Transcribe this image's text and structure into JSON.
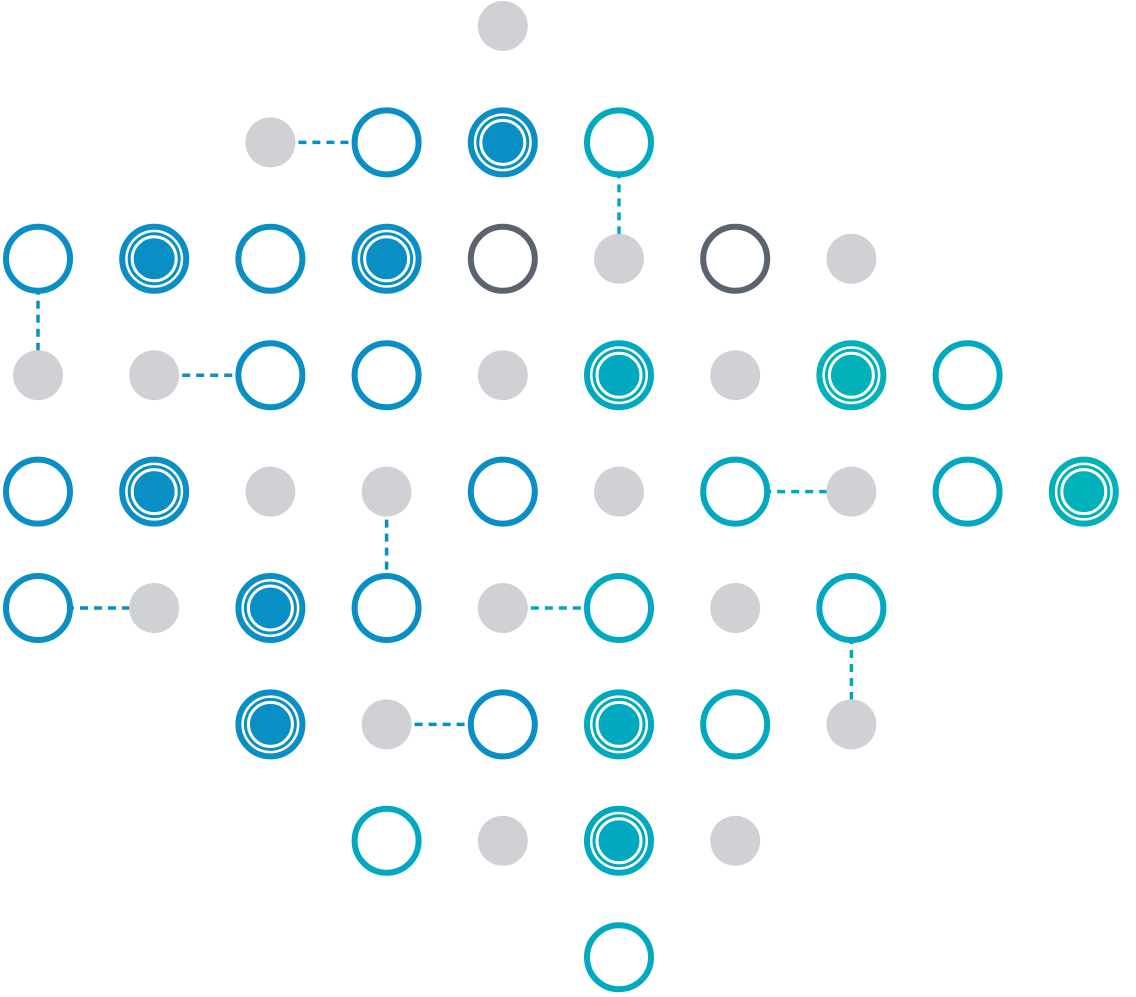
{
  "palette": {
    "gray": "#d0d1d4",
    "dark": "#5c6370",
    "blue": "#0a8fc4",
    "cyan": "#00a9bf",
    "teal": "#00b1b9"
  },
  "grid": {
    "columns": 10,
    "rows": 9
  },
  "nodes": [
    {
      "col": 4,
      "row": 0,
      "kind": "dot"
    },
    {
      "col": 2,
      "row": 1,
      "kind": "dot"
    },
    {
      "col": 3,
      "row": 1,
      "kind": "ring",
      "color": "blue"
    },
    {
      "col": 4,
      "row": 1,
      "kind": "filled",
      "color": "blue"
    },
    {
      "col": 5,
      "row": 1,
      "kind": "ring",
      "color": "cyan"
    },
    {
      "col": 0,
      "row": 2,
      "kind": "ring",
      "color": "blue"
    },
    {
      "col": 1,
      "row": 2,
      "kind": "filled",
      "color": "blue"
    },
    {
      "col": 2,
      "row": 2,
      "kind": "ring",
      "color": "blue"
    },
    {
      "col": 3,
      "row": 2,
      "kind": "filled",
      "color": "blue"
    },
    {
      "col": 4,
      "row": 2,
      "kind": "ring",
      "color": "dark"
    },
    {
      "col": 5,
      "row": 2,
      "kind": "dot"
    },
    {
      "col": 6,
      "row": 2,
      "kind": "ring",
      "color": "dark"
    },
    {
      "col": 7,
      "row": 2,
      "kind": "dot"
    },
    {
      "col": 0,
      "row": 3,
      "kind": "dot"
    },
    {
      "col": 1,
      "row": 3,
      "kind": "dot"
    },
    {
      "col": 2,
      "row": 3,
      "kind": "ring",
      "color": "blue"
    },
    {
      "col": 3,
      "row": 3,
      "kind": "ring",
      "color": "blue"
    },
    {
      "col": 4,
      "row": 3,
      "kind": "dot"
    },
    {
      "col": 5,
      "row": 3,
      "kind": "filled",
      "color": "cyan"
    },
    {
      "col": 6,
      "row": 3,
      "kind": "dot"
    },
    {
      "col": 7,
      "row": 3,
      "kind": "filled",
      "color": "teal"
    },
    {
      "col": 8,
      "row": 3,
      "kind": "ring",
      "color": "cyan"
    },
    {
      "col": 0,
      "row": 4,
      "kind": "ring",
      "color": "blue"
    },
    {
      "col": 1,
      "row": 4,
      "kind": "filled",
      "color": "blue"
    },
    {
      "col": 2,
      "row": 4,
      "kind": "dot"
    },
    {
      "col": 3,
      "row": 4,
      "kind": "dot"
    },
    {
      "col": 4,
      "row": 4,
      "kind": "ring",
      "color": "blue"
    },
    {
      "col": 5,
      "row": 4,
      "kind": "dot"
    },
    {
      "col": 6,
      "row": 4,
      "kind": "ring",
      "color": "cyan"
    },
    {
      "col": 7,
      "row": 4,
      "kind": "dot"
    },
    {
      "col": 8,
      "row": 4,
      "kind": "ring",
      "color": "cyan"
    },
    {
      "col": 9,
      "row": 4,
      "kind": "filled",
      "color": "teal"
    },
    {
      "col": 0,
      "row": 5,
      "kind": "ring",
      "color": "blue"
    },
    {
      "col": 1,
      "row": 5,
      "kind": "dot"
    },
    {
      "col": 2,
      "row": 5,
      "kind": "filled",
      "color": "blue"
    },
    {
      "col": 3,
      "row": 5,
      "kind": "ring",
      "color": "blue"
    },
    {
      "col": 4,
      "row": 5,
      "kind": "dot"
    },
    {
      "col": 5,
      "row": 5,
      "kind": "ring",
      "color": "cyan"
    },
    {
      "col": 6,
      "row": 5,
      "kind": "dot"
    },
    {
      "col": 7,
      "row": 5,
      "kind": "ring",
      "color": "cyan"
    },
    {
      "col": 2,
      "row": 6,
      "kind": "filled",
      "color": "blue"
    },
    {
      "col": 3,
      "row": 6,
      "kind": "dot"
    },
    {
      "col": 4,
      "row": 6,
      "kind": "ring",
      "color": "blue"
    },
    {
      "col": 5,
      "row": 6,
      "kind": "filled",
      "color": "cyan"
    },
    {
      "col": 6,
      "row": 6,
      "kind": "ring",
      "color": "cyan"
    },
    {
      "col": 7,
      "row": 6,
      "kind": "dot"
    },
    {
      "col": 3,
      "row": 7,
      "kind": "ring",
      "color": "cyan"
    },
    {
      "col": 4,
      "row": 7,
      "kind": "dot"
    },
    {
      "col": 5,
      "row": 7,
      "kind": "filled",
      "color": "cyan"
    },
    {
      "col": 6,
      "row": 7,
      "kind": "dot"
    },
    {
      "col": 5,
      "row": 8,
      "kind": "ring",
      "color": "cyan"
    }
  ],
  "links": [
    {
      "from": [
        2,
        1
      ],
      "to": [
        3,
        1
      ],
      "color": "blue"
    },
    {
      "from": [
        5,
        1
      ],
      "to": [
        5,
        2
      ],
      "color": "cyan"
    },
    {
      "from": [
        0,
        2
      ],
      "to": [
        0,
        3
      ],
      "color": "blue"
    },
    {
      "from": [
        1,
        3
      ],
      "to": [
        2,
        3
      ],
      "color": "blue"
    },
    {
      "from": [
        6,
        4
      ],
      "to": [
        7,
        4
      ],
      "color": "cyan"
    },
    {
      "from": [
        3,
        4
      ],
      "to": [
        3,
        5
      ],
      "color": "blue"
    },
    {
      "from": [
        0,
        5
      ],
      "to": [
        1,
        5
      ],
      "color": "blue"
    },
    {
      "from": [
        4,
        5
      ],
      "to": [
        5,
        5
      ],
      "color": "cyan"
    },
    {
      "from": [
        7,
        5
      ],
      "to": [
        7,
        6
      ],
      "color": "cyan"
    },
    {
      "from": [
        3,
        6
      ],
      "to": [
        4,
        6
      ],
      "color": "blue"
    }
  ]
}
